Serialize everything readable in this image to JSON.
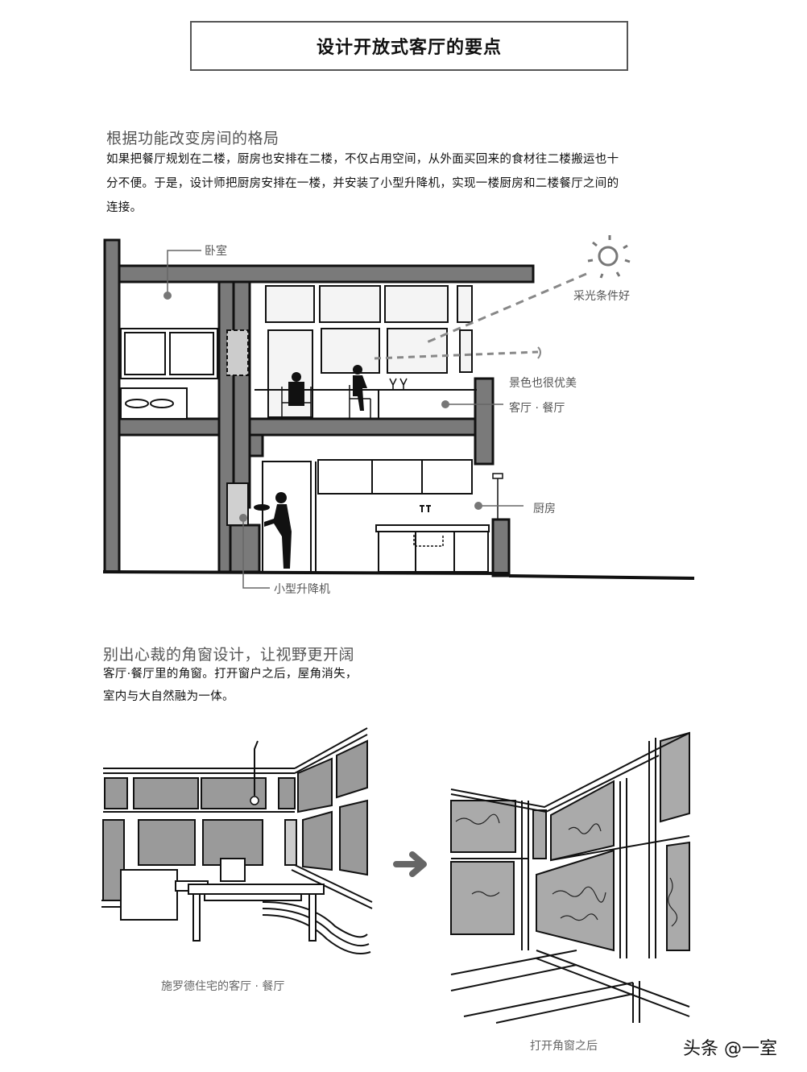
{
  "page": {
    "title": "设计开放式客厅的要点"
  },
  "section1": {
    "heading": "根据功能改变房间的格局",
    "paragraph_lines": [
      "如果把餐厅规划在二楼，厨房也安排在二楼，不仅占用空间，从外面买回来的食材往二楼搬运也十",
      "分不便。于是，设计师把厨房安排在一楼，并安装了小型升降机，实现一楼厨房和二楼餐厅之间的",
      "连接。"
    ],
    "diagram": {
      "type": "section-drawing",
      "labels": {
        "bedroom": "卧室",
        "good_lighting": "采光条件好",
        "nice_view": "景色也很优美",
        "living_dining": "客厅 · 餐厅",
        "kitchen": "厨房",
        "dumbwaiter": "小型升降机"
      },
      "colors": {
        "wall": "#777777",
        "outline": "#111111",
        "dashed_sightline": "#888888"
      }
    }
  },
  "section2": {
    "heading": "别出心裁的角窗设计，让视野更开阔",
    "paragraph_lines": [
      "客厅·餐厅里的角窗。打开窗户之后，屋角消失，",
      "室内与大自然融为一体。"
    ],
    "left_illustration": {
      "caption": "施罗德住宅的客厅 · 餐厅"
    },
    "arrow_icon": "arrow-right",
    "right_illustration": {
      "caption": "打开角窗之后"
    }
  },
  "watermark": {
    "text": "头条 @一室"
  }
}
